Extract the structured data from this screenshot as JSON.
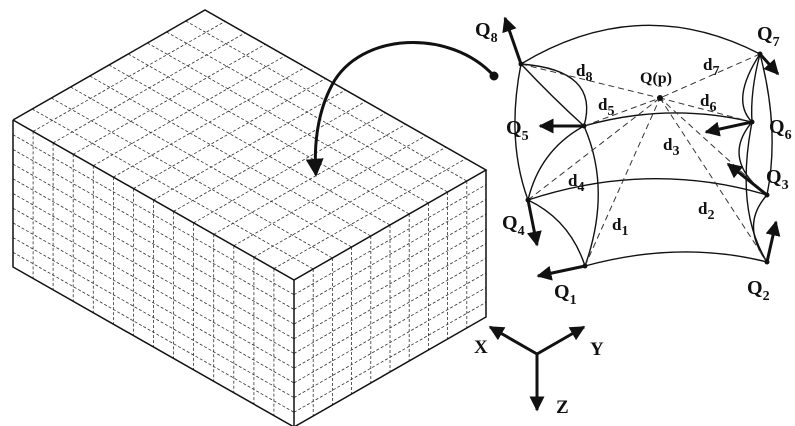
{
  "labels": {
    "q1": "Q",
    "q1_sub": "1",
    "q2": "Q",
    "q2_sub": "2",
    "q3": "Q",
    "q3_sub": "3",
    "q4": "Q",
    "q4_sub": "4",
    "q5": "Q",
    "q5_sub": "5",
    "q6": "Q",
    "q6_sub": "6",
    "q7": "Q",
    "q7_sub": "7",
    "q8": "Q",
    "q8_sub": "8",
    "qp": "Q(p)",
    "d1": "d",
    "d1_sub": "1",
    "d2": "d",
    "d2_sub": "2",
    "d3": "d",
    "d3_sub": "3",
    "d4": "d",
    "d4_sub": "4",
    "d5": "d",
    "d5_sub": "5",
    "d6": "d",
    "d6_sub": "6",
    "d7": "d",
    "d7_sub": "7",
    "d8": "d",
    "d8_sub": "8"
  },
  "axes": {
    "x": "X",
    "y": "Y",
    "z": "Z"
  }
}
